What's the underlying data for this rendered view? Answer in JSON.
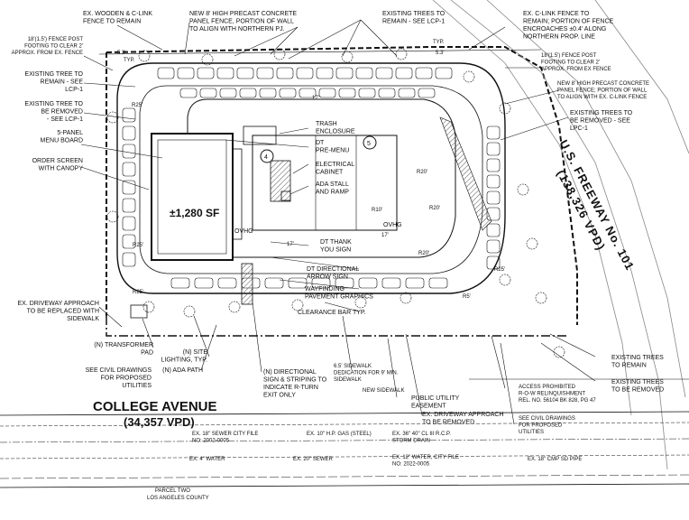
{
  "notes": {
    "wooden_fence": [
      "EX. WOODEN & C-LINK",
      "FENCE TO REMAIN"
    ],
    "precast_north": [
      "NEW 8' HIGH PRECAST CONCRETE",
      "PANEL FENCE, PORTION OF WALL",
      "TO ALIGN WITH NORTHERN PJ."
    ],
    "trees_remain_lcp": [
      "EXISTING TREES TO",
      "REMAIN - SEE LCP-1"
    ],
    "clink_encroach": [
      "EX. C-LINK FENCE TO",
      "REMAIN; PORTION OF FENCE",
      "ENCROACHES ±0.4' ALONG",
      "NORTHERN PROP. LINE"
    ],
    "fence_post_left": [
      "18'(1.5') FENCE POST",
      "FOOTING TO CLEAR 2'",
      "APPROX. FROM EX. FENCE"
    ],
    "fence_post_right": [
      "18'(1.5') FENCE POST",
      "FOOTING TO CLEAR 2'",
      "APPROX. FROM EX FENCE"
    ],
    "tree_remain": [
      "EXISTING TREE TO",
      "REMAIN - SEE",
      "LCP-1"
    ],
    "tree_removed": [
      "EXISTING TREE TO",
      "BE REMOVED",
      "- SEE LCP-1"
    ],
    "menu_board": [
      "5-PANEL",
      "MENU BOARD"
    ],
    "order_screen": [
      "ORDER SCREEN",
      "WITH CANOPY"
    ],
    "precast_east": [
      "NEW 8' HIGH PRECAST CONCRETE",
      "PANEL FENCE; PORTION OF WALL",
      "TO ALIGN WITH EX. C-LINK FENCE"
    ],
    "trees_removed_lpc": [
      "EXISTING TREES TO",
      "BE REMOVED - SEE",
      "LPC-1"
    ],
    "driveway_replaced": [
      "EX. DRIVEWAY APPROACH",
      "TO BE REPLACED WITH",
      "SIDEWALK"
    ],
    "transformer": [
      "(N) TRANSFORMER",
      "PAD"
    ],
    "site_lighting": [
      "(N) SITE",
      "LIGHTING, TYP."
    ],
    "ada_path": "(N) ADA PATH",
    "civil_left": [
      "SEE CIVIL DRAWINGS",
      "FOR PROPOSED",
      "UTILITIES"
    ],
    "directional_sign": [
      "(N) DIRECTIONAL",
      "SIGN & STRIPING TO",
      "INDICATE R-TURN",
      "EXIT ONLY"
    ],
    "dedication": [
      "6.5' SIDEWALK",
      "DEDICATION FOR 9' MIN.",
      "SIDEWALK"
    ],
    "new_sidewalk": "NEW SIDEWALK",
    "utility_easement": [
      "PUBLIC UTILITY",
      "EASEMENT"
    ],
    "driveway_removed": [
      "EX. DRIVEWAY APPROACH",
      "TO BE REMOVED"
    ],
    "access_prohibited": [
      "ACCESS PROHIBITED",
      "R-O-W RELINQUISHMENT",
      "REL. NO. 56104 BK 828, PG 47"
    ],
    "civil_right": [
      "SEE CIVIL DRAWINGS",
      "FOR PROPOSED",
      "UTILITIES"
    ],
    "trees_remain2": [
      "EXISTING TREES",
      "TO REMAIN"
    ],
    "trees_removed2": [
      "EXISTING TREES",
      "TO BE REMOVED"
    ],
    "trash": [
      "TRASH",
      "ENCLOSURE"
    ],
    "dt_premenu": [
      "DT",
      "PRE-MENU"
    ],
    "electrical": [
      "ELECTRICAL",
      "CABINET"
    ],
    "ada_stall": [
      "ADA STALL",
      "AND RAMP"
    ],
    "dt_thank_you": [
      "DT THANK",
      "YOU SIGN"
    ],
    "dt_arrow": [
      "DT DIRECTIONAL",
      "ARROW SIGN"
    ],
    "wayfinding": [
      "WAYFINDING",
      "PAVEMENT GRAPHICS"
    ],
    "clearance_bar": "CLEARANCE BAR TYP."
  },
  "building": {
    "area": "±1,280 SF",
    "ovhg_left": "OVHG",
    "ovhg_right": "OVHG",
    "marker_4": "4",
    "marker_5": "5"
  },
  "typ_labels": [
    "TYP.",
    "TYP."
  ],
  "radius_labels": [
    "R25'",
    "R20'",
    "R10'",
    "R25'",
    "R25'",
    "R25'",
    "R20'",
    "R20'",
    "R5'"
  ],
  "streets": {
    "college": "COLLEGE AVENUE",
    "college_vpd": "(34,357 VPD)",
    "freeway_line1": "U.S. FREEWAY No. 101",
    "freeway_line2": "(138,326 VPD)"
  },
  "utilities": {
    "sewer_city": [
      "EX. 18\" SEWER CITY FILE",
      "NO: 2002-0005"
    ],
    "gas": "EX. 10\" H.P. GAS (STEEL)",
    "storm": [
      "EX. 36\" 40\" CL III R.C.P.",
      "STORM DRAIN"
    ],
    "water4": "EX. 4\" WATER",
    "sewer20": "EX. 20\" SEWER",
    "water12": [
      "EX. 12\" WATER, CITY FILE",
      "NO: 2022-0005"
    ],
    "cmp": "EX. 18\" CMP SD PIPE"
  },
  "dims": [
    "5.3'",
    "5.3'",
    "17'",
    "17'",
    "17'"
  ],
  "colors": {
    "line": "#111111",
    "hatch": "#555555",
    "light_line": "#888888",
    "paper": "#ffffff"
  }
}
